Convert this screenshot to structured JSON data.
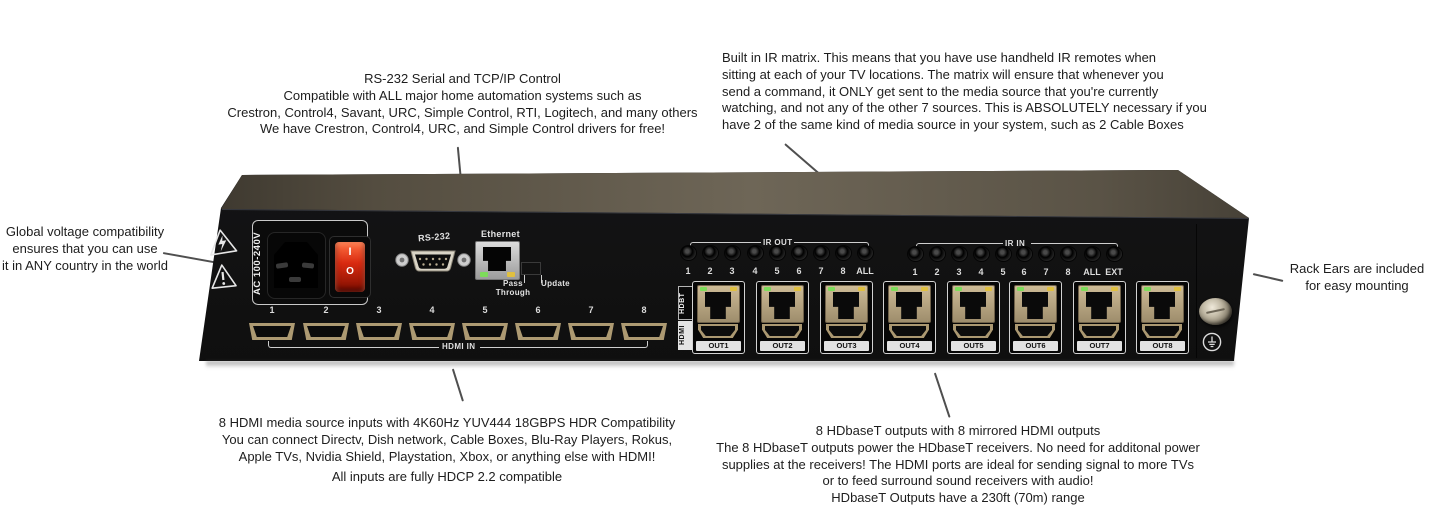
{
  "annotations": {
    "control": {
      "lines": [
        "RS-232 Serial and TCP/IP Control",
        "Compatible with ALL major home automation systems such as",
        "Crestron, Control4, Savant, URC, Simple Control, RTI, Logitech, and many others",
        "We have Crestron, Control4, URC, and Simple Control drivers for free!"
      ]
    },
    "ir_matrix": {
      "lines": [
        "Built in IR matrix. This means that you have use handheld IR remotes when",
        "sitting at each of your TV locations. The matrix will ensure that whenever you",
        "send a command, it ONLY get sent to the media source that you're currently",
        "watching, and not any of the other 7 sources. This is ABSOLUTELY necessary if you",
        "have 2 of the same kind of media source in your system, such as 2 Cable Boxes"
      ]
    },
    "voltage": {
      "lines": [
        "Global voltage compatibility",
        "ensures that you can use",
        "it in ANY country in the world"
      ]
    },
    "rack_ears": {
      "lines": [
        "Rack Ears are included",
        "for easy mounting"
      ]
    },
    "inputs": {
      "lines": [
        "8 HDMI media source inputs with 4K60Hz YUV444 18GBPS HDR Compatibility",
        "You can connect Directv, Dish network, Cable Boxes, Blu-Ray Players, Rokus,",
        "Apple TVs, Nvidia Shield, Playstation, Xbox, or anything else with HDMI!",
        "All inputs are fully HDCP 2.2 compatible"
      ]
    },
    "outputs": {
      "lines": [
        "8 HDbaseT outputs with 8 mirrored HDMI outputs",
        "The 8 HDbaseT outputs power the HDbaseT receivers. No need for additonal power",
        "supplies at the receivers! The HDMI ports are ideal for sending signal to more TVs",
        "or to feed surround sound receivers with audio!",
        "HDbaseT Outputs have a 230ft (70m) range"
      ]
    }
  },
  "device": {
    "power": {
      "label": "AC 100-240V",
      "switch_on": "I",
      "switch_off": "O"
    },
    "rs232": {
      "label": "RS-232"
    },
    "ethernet": {
      "label": "Ethernet",
      "pass_through": "Pass Through",
      "update": "Update"
    },
    "ir_out": {
      "label": "IR OUT",
      "ports": [
        "1",
        "2",
        "3",
        "4",
        "5",
        "6",
        "7",
        "8",
        "ALL"
      ]
    },
    "ir_in": {
      "label": "IR IN",
      "ports": [
        "1",
        "2",
        "3",
        "4",
        "5",
        "6",
        "7",
        "8",
        "ALL",
        "EXT"
      ]
    },
    "hdmi_in": {
      "label": "HDMI IN",
      "ports": [
        "1",
        "2",
        "3",
        "4",
        "5",
        "6",
        "7",
        "8"
      ]
    },
    "outputs": {
      "hdbt_label": "HDBT",
      "hdmi_label": "HDMI",
      "ports": [
        "OUT1",
        "OUT2",
        "OUT3",
        "OUT4",
        "OUT5",
        "OUT6",
        "OUT7",
        "OUT8"
      ]
    }
  },
  "colors": {
    "chassis_front": "#131313",
    "chassis_top": "#6e6657",
    "switch_red": "#d92a10",
    "led_green": "#7ddc5a",
    "led_amber": "#e0c040",
    "port_gold": "#ab9871",
    "rj45_tan": "#c3b18d",
    "annotation_text": "#1d1d1d"
  }
}
